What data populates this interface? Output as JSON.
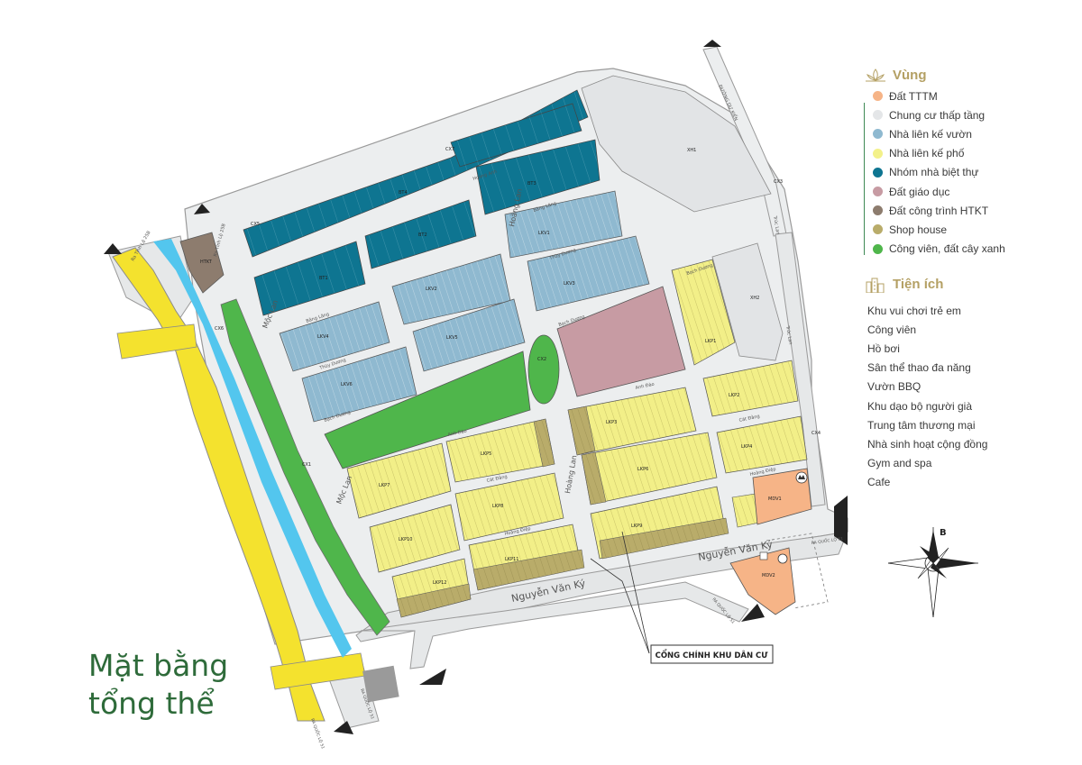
{
  "title": {
    "line1": "Mặt bằng",
    "line2": "tổng thể"
  },
  "colors": {
    "title": "#2e6b3a",
    "accent_gold": "#b4a064",
    "road": "#e9ebec",
    "road_edge": "#9a9a9a",
    "main_road": "#f4e22e",
    "canal": "#53c6ee"
  },
  "legend": {
    "zones_heading": "Vùng",
    "zones": [
      {
        "label": "Đất TTTM",
        "color": "#f6b487"
      },
      {
        "label": "Chung cư thấp tầng",
        "color": "#e4e6e8"
      },
      {
        "label": "Nhà liên kế vườn",
        "color": "#8fb9d0"
      },
      {
        "label": "Nhà liên kế phố",
        "color": "#f3f18a"
      },
      {
        "label": "Nhóm nhà biệt thự",
        "color": "#0e7591"
      },
      {
        "label": "Đất giáo dục",
        "color": "#c79ba3"
      },
      {
        "label": "Đất công trình HTKT",
        "color": "#8d7c6e"
      },
      {
        "label": "Shop house",
        "color": "#b9ac6a"
      },
      {
        "label": "Công viên, đất cây xanh",
        "color": "#4fb64b"
      }
    ],
    "amenities_heading": "Tiện ích",
    "amenities": [
      "Khu vui chơi trẻ em",
      "Công viên",
      "Hồ bơi",
      "Sân thể thao đa năng",
      "Vườn BBQ",
      "Khu dạo bộ người già",
      "Trung tâm thương mại",
      "Nhà sinh hoạt cộng đồng",
      "Gym and spa",
      "Cafe"
    ]
  },
  "callout": {
    "label": "CỔNG CHÍNH KHU DÂN CƯ"
  },
  "compass": {
    "label": "B"
  },
  "streets": {
    "nguyen_van_ky_1": "Nguyễn Văn Ký",
    "nguyen_van_ky_2": "Nguyễn Văn Ký",
    "hoang_lan_1": "Hoàng Lan",
    "hoang_lan_2": "Hoàng Lan",
    "moc_lan_1": "Mộc Lan",
    "moc_lan_2": "Mộc Lan",
    "anh_dao_1": "Anh Đào",
    "anh_dao_2": "Anh Đào",
    "cat_dang_1": "Cát Đằng",
    "cat_dang_2": "Cát Đằng",
    "hoang_diep_1": "Hoàng Điệp",
    "hoang_diep_2": "Hoàng Điệp",
    "bach_duong_1": "Bạch Dương",
    "bach_duong_2": "Bạch Dương",
    "bach_duong_3": "Bạch Dương",
    "thuy_duong_1": "Thùy Dương",
    "thuy_duong_2": "Thùy Dương",
    "bang_lang_1": "Bằng Lăng",
    "bang_lang_2": "Bằng Lăng",
    "hoang_anh": "Hoàng Anh",
    "truc_lan_1": "Trúc Lan",
    "truc_lan_2": "Trúc Lan",
    "duong_du_kien": "ĐƯỜNG DỰ KIẾN",
    "ra_tinh_lo_1": "Ra Tỉnh Lộ 25B",
    "ra_tinh_lo_2": "Ra Tỉnh Lộ 25B",
    "ra_quoc_lo_1": "RA QUỐC LỘ 51",
    "ra_quoc_lo_2": "RA QUỐC LỘ 51",
    "ra_quoc_lo_3": "RA QUỐC LỘ 51",
    "ra_quoc_lo_4": "RA QUỐC LỘ 51"
  },
  "lot_codes": {
    "lkp1": "LKP1",
    "lkp2": "LKP2",
    "lkp3": "LKP3",
    "lkp4": "LKP4",
    "lkp5": "LKP5",
    "lkp6": "LKP6",
    "lkp7": "LKP7",
    "lkp8": "LKP8",
    "lkp9": "LKP9",
    "lkp10": "LKP10",
    "lkp11": "LKP11",
    "lkp12": "LKP12",
    "lkv1": "LKV1",
    "lkv2": "LKV2",
    "lkv3": "LKV3",
    "lkv4": "LKV4",
    "lkv5": "LKV5",
    "lkv6": "LKV6",
    "bt1": "BT1",
    "bt2": "BT2",
    "bt3": "BT3",
    "bt4": "BT4",
    "xh1": "XH1",
    "xh2": "XH2",
    "mdv1": "MDV1",
    "mdv2": "MDV2",
    "htkt": "HTKT",
    "cx1": "CX1",
    "cx2": "CX2",
    "cx3": "CX3",
    "cx4": "CX4",
    "cx5": "CX5",
    "cx6": "CX6",
    "cx7": "CX7"
  }
}
